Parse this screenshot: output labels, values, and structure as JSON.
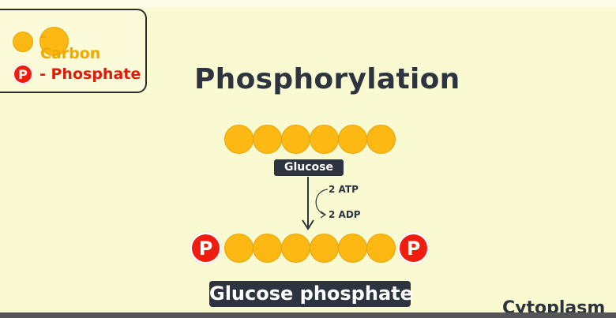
{
  "legend": {
    "carbon_label": "- Carbon",
    "phosphate_label": "- Phosphate",
    "phosphate_symbol": "P"
  },
  "title": "Phosphorylation",
  "glucose": {
    "label": "Glucose",
    "carbon_count": 6
  },
  "reaction": {
    "input": "2 ATP",
    "output": "2 ADP"
  },
  "product": {
    "label": "Glucose phosphate",
    "carbon_count": 6,
    "phosphate_symbol": "P"
  },
  "region_label": "Cytoplasm",
  "colors": {
    "background": "#fafad2",
    "carbon": "#fdb813",
    "phosphate": "#ee1d0e",
    "label_box": "#2d3440",
    "carbon_text": "#f2a900",
    "phosphate_text": "#e01b0c"
  }
}
